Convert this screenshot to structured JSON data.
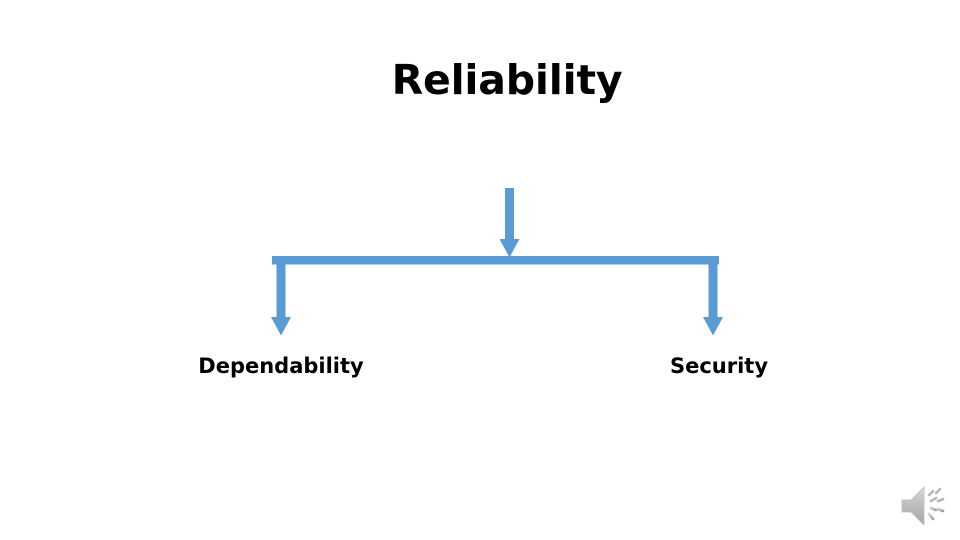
{
  "slide": {
    "title": "Reliability",
    "background_color": "#FFFFFF",
    "title_color": "#000000"
  },
  "diagram": {
    "type": "hierarchy-split",
    "accent_color": "#5B9BD5",
    "root_label": "Reliability",
    "arrows": [
      {
        "name": "root-down-arrow",
        "direction": "down"
      },
      {
        "name": "split-connector-bar",
        "direction": "horizontal"
      },
      {
        "name": "branch-arrow-left",
        "direction": "down"
      },
      {
        "name": "branch-arrow-right",
        "direction": "down"
      }
    ],
    "branches": [
      {
        "label": "Dependability"
      },
      {
        "label": "Security"
      }
    ]
  },
  "media": {
    "audio_icon_name": "speaker-icon",
    "audio_icon_color": "#A6A6A6"
  }
}
